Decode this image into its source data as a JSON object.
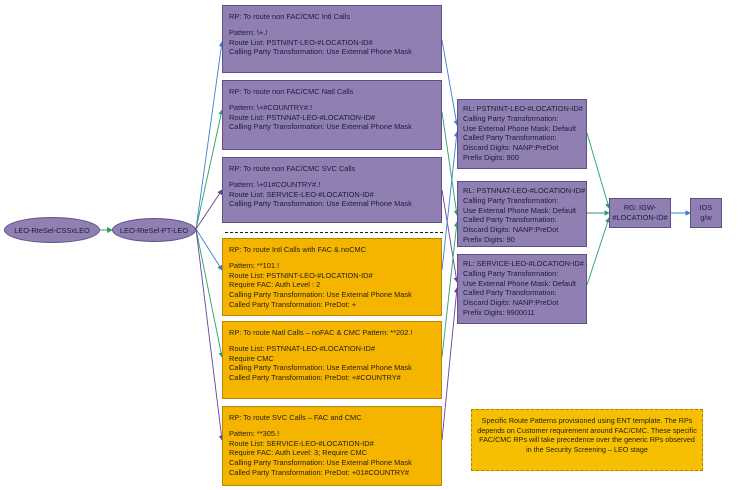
{
  "start_nodes": {
    "css": "LEO-RteSel-CSSxLEO",
    "pt": "LEO-RteSel-PT-LEO"
  },
  "route_patterns": [
    {
      "title": "RP: To route non FAC/CMC Intl Calls",
      "lines": [
        "Pattern: \\+.!",
        "Route List: PSTNINT-LEO-#LOCATION-ID#",
        "Calling Party Transformation: Use External Phone Mask"
      ],
      "style": "purple"
    },
    {
      "title": "RP: To route non FAC/CMC Natl Calls",
      "lines": [
        "Pattern: \\+#COUNTRY#.!",
        "Route List: PSTNNAT-LEO-#LOCATION-ID#",
        "Calling Party Transformation: Use External Phone Mask"
      ],
      "style": "purple"
    },
    {
      "title": "RP: To route non FAC/CMC SVC Calls",
      "lines": [
        "Pattern: \\+01#COUNTRY#.!",
        "Route List: SERVICE-LEO-#LOCATION-ID#",
        "Calling Party Transformation: Use External Phone Mask"
      ],
      "style": "purple"
    },
    {
      "title": "RP: To route Intl Calls with FAC & noCMC",
      "lines": [
        "Pattern: **101.!",
        "Route List: PSTNINT-LEO-#LOCATION-ID#",
        "Require FAC: Auth Level : 2",
        "Calling Party Transformation: Use External Phone Mask",
        "Called Party Transformation: PreDot: +"
      ],
      "style": "gold"
    },
    {
      "title": "RP: To route Natl Calls – noFAC & CMC Pattern: **202.!",
      "lines": [
        "Route List: PSTNNAT-LEO-#LOCATION-ID#",
        "Require CMC",
        "Calling Party Transformation: Use External Phone Mask",
        "Called Party Transformation: PreDot: +#COUNTRY#"
      ],
      "style": "gold"
    },
    {
      "title": "RP: To route SVC Calls – FAC and CMC",
      "lines": [
        "Pattern: **305.!",
        "Route List: SERVICE-LEO-#LOCATION-ID#",
        "Require FAC: Auth Level: 3; Require CMC",
        "Calling Party Transformation: Use External Phone Mask",
        "Called Party Transformation: PreDot: +01#COUNTRY#"
      ],
      "style": "gold"
    }
  ],
  "route_lists": [
    {
      "lines": [
        "RL: PSTNINT-LEO-#LOCATION-ID#",
        "Calling Party Transformation:",
        "Use External Phone Mask: Default",
        "Called Party Transformation:",
        "Discard Digits: NANP:PreDot",
        "Prefix Digits: 900"
      ]
    },
    {
      "lines": [
        "RL: PSTNNAT-LEO-#LOCATION-ID#",
        "Calling Party Transformation:",
        "Use External Phone Mask: Default",
        "Called Party Transformation:",
        "Discard Digits: NANP:PreDot",
        "Prefix Digits: 90"
      ]
    },
    {
      "lines": [
        "RL: SERVICE-LEO-#LOCATION-ID#",
        "Calling Party Transformation:",
        "Use External Phone Mask: Default",
        "Called Party Transformation:",
        "Discard Digits: NANP:PreDot",
        "Prefix Digits: 9900011"
      ]
    }
  ],
  "route_group": {
    "line1": "RG: IGW-",
    "line2": "#LOCATION-ID#"
  },
  "gateway": {
    "line1": "IOS",
    "line2": "g/w"
  },
  "note": "Specific Route Patterns provisioned using ENT template. The RPs depends on Customer requirement around FAC/CMC. These specific FAC/CMC RPs will take precedence over the generic RPs observed in the Security Screening – LEO stage",
  "colors": {
    "purple": "#8f7fb2",
    "gold": "#f4b400",
    "arrow_blue": "#3a7fd0",
    "arrow_green": "#2aa06a",
    "arrow_purple": "#6a3fa0"
  }
}
